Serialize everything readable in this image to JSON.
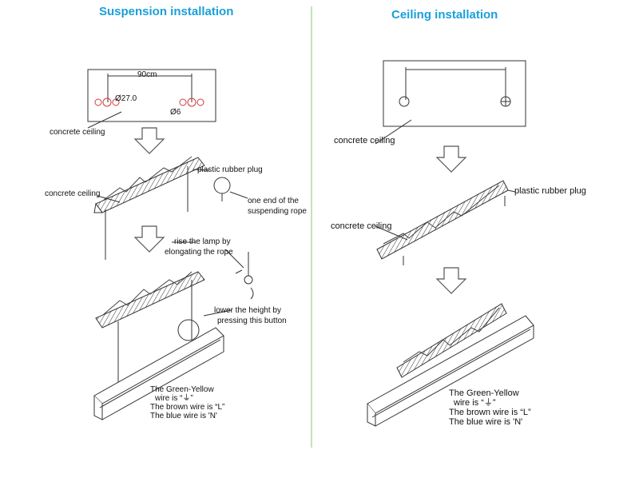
{
  "left": {
    "title": "Suspension installation",
    "dim_label": "90cm",
    "hole_big": "Ø27.0",
    "hole_small": "Ø6",
    "concrete_ceiling_1": "concrete ceiling",
    "concrete_ceiling_2": "concrete ceiling",
    "plastic_plug": "plastic rubber plug",
    "rope_end_1": "one end of the",
    "rope_end_2": "suspending rope",
    "rise_1": "rise the lamp by",
    "rise_2": "elongating the rope",
    "lower_1": "lower the height by",
    "lower_2": "pressing this button",
    "wire_1": "The Green-Yellow",
    "wire_2": "wire is “⏚”",
    "wire_3": "The brown wire is “L”",
    "wire_4": "The blue wire is 'N'"
  },
  "right": {
    "title": "Ceiling installation",
    "concrete_ceiling_1": "concrete ceiling",
    "concrete_ceiling_2": "concrete ceiling",
    "plastic_plug": "plastic rubber plug",
    "wire_1": "The Green-Yellow",
    "wire_2": "wire is “⏚”",
    "wire_3": "The brown wire is “L”",
    "wire_4": "The blue wire is 'N'"
  },
  "colors": {
    "title": "#1aa0d8",
    "divider": "#9ccf8c",
    "hole_mark": "#d23a3a"
  }
}
